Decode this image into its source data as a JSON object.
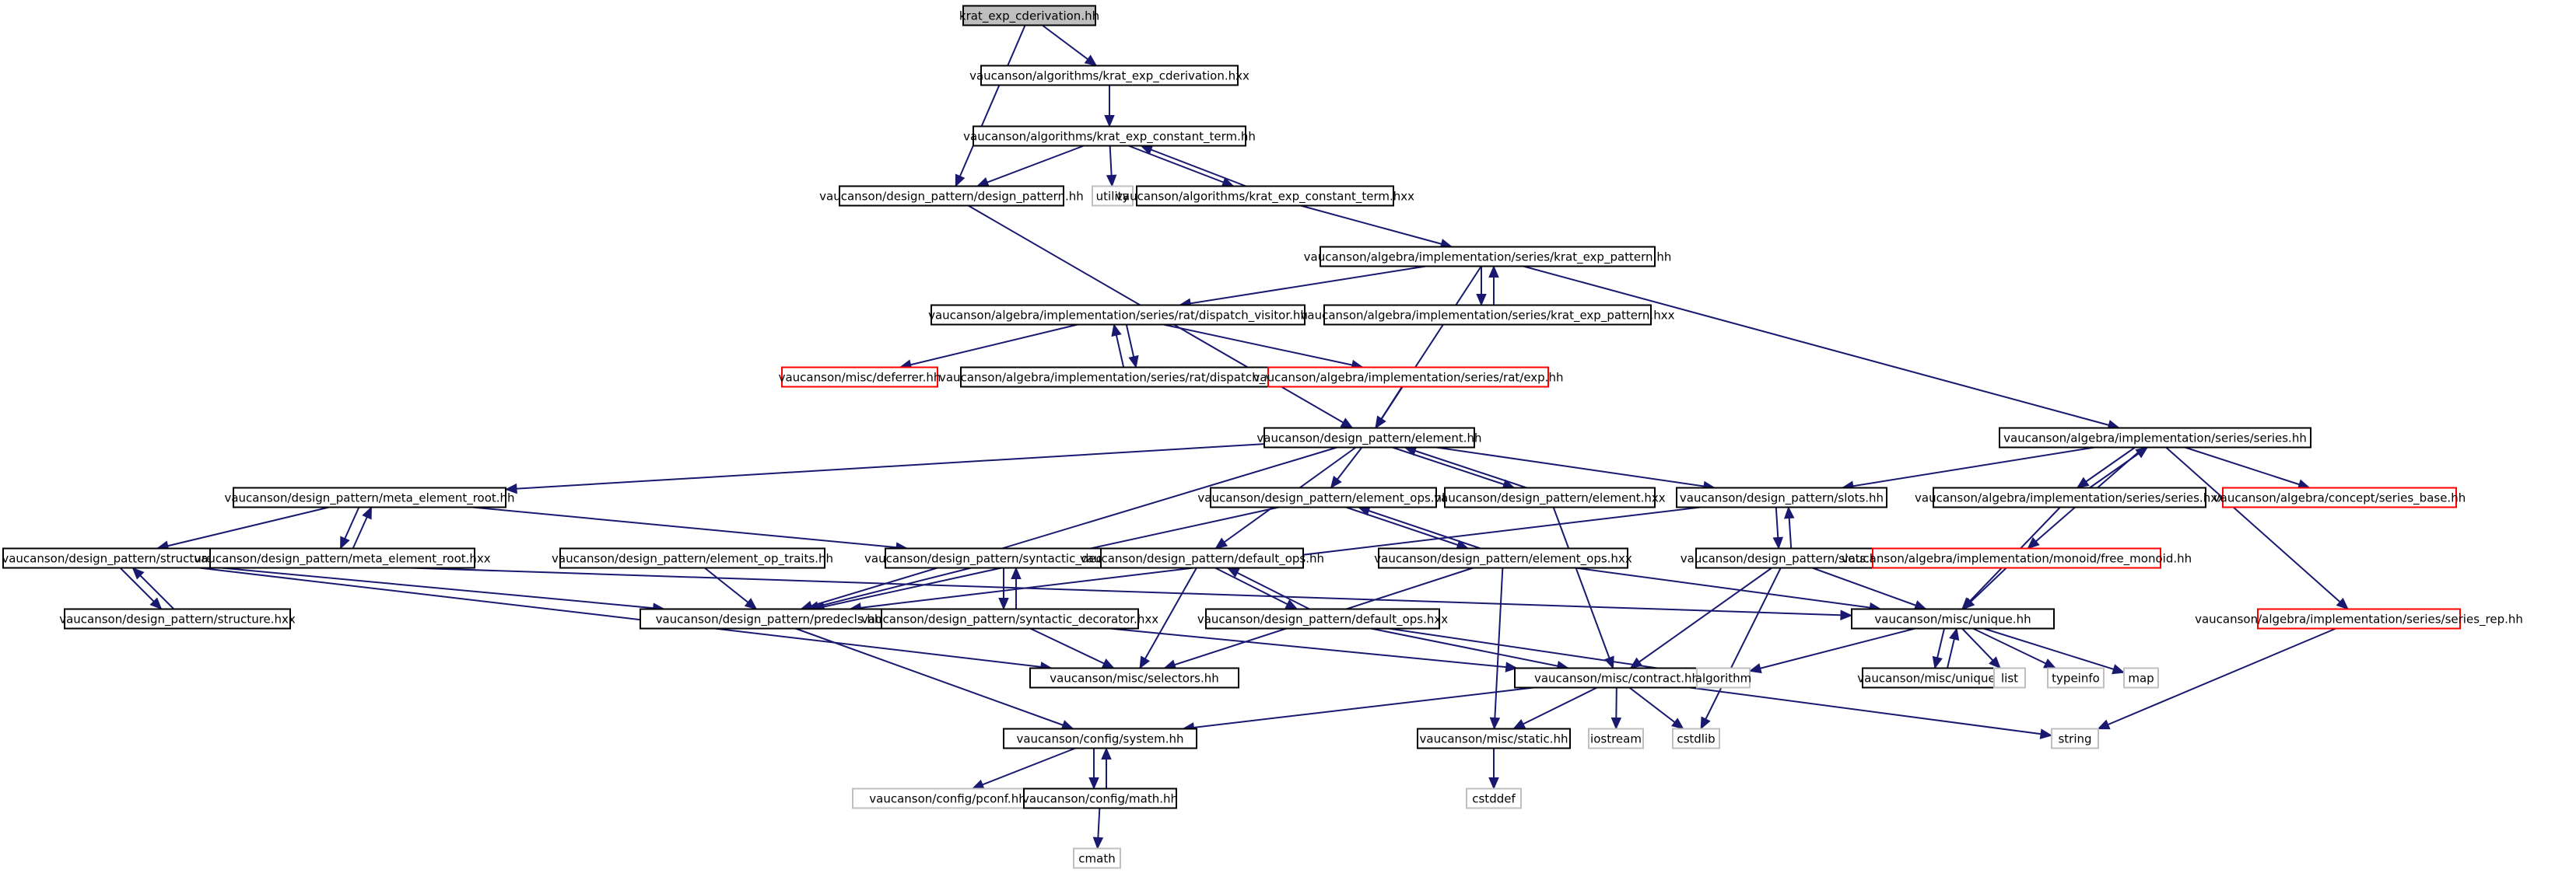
{
  "diagram": {
    "nodes": [
      {
        "id": "n1",
        "label": "krat_exp_cderivation.hh",
        "style": "root"
      },
      {
        "id": "n2",
        "label": "vaucanson/algorithms/krat_exp_cderivation.hxx",
        "style": "normal"
      },
      {
        "id": "n3",
        "label": "vaucanson/algorithms/krat_exp_constant_term.hh",
        "style": "normal"
      },
      {
        "id": "n4",
        "label": "vaucanson/design_pattern/design_pattern.hh",
        "style": "normal"
      },
      {
        "id": "n5",
        "label": "utility",
        "style": "gray"
      },
      {
        "id": "n6",
        "label": "vaucanson/algorithms/krat_exp_constant_term.hxx",
        "style": "normal"
      },
      {
        "id": "n7",
        "label": "vaucanson/algebra/implementation/series/krat_exp_pattern.hh",
        "style": "normal"
      },
      {
        "id": "n8",
        "label": "vaucanson/algebra/implementation/series/rat/dispatch_visitor.hh",
        "style": "normal"
      },
      {
        "id": "n9",
        "label": "vaucanson/algebra/implementation/series/krat_exp_pattern.hxx",
        "style": "normal"
      },
      {
        "id": "n10",
        "label": "vaucanson/misc/deferrer.hh",
        "style": "red"
      },
      {
        "id": "n11",
        "label": "vaucanson/algebra/implementation/series/rat/dispatch_visitor.hxx",
        "style": "normal"
      },
      {
        "id": "n12",
        "label": "vaucanson/algebra/implementation/series/rat/exp.hh",
        "style": "red"
      },
      {
        "id": "n13",
        "label": "vaucanson/design_pattern/element.hh",
        "style": "normal"
      },
      {
        "id": "n14",
        "label": "vaucanson/algebra/implementation/series/series.hh",
        "style": "normal"
      },
      {
        "id": "n15",
        "label": "vaucanson/design_pattern/meta_element_root.hh",
        "style": "normal"
      },
      {
        "id": "n16",
        "label": "vaucanson/design_pattern/element_ops.hh",
        "style": "normal"
      },
      {
        "id": "n17",
        "label": "vaucanson/design_pattern/element.hxx",
        "style": "normal"
      },
      {
        "id": "n18",
        "label": "vaucanson/design_pattern/slots.hh",
        "style": "normal"
      },
      {
        "id": "n19",
        "label": "vaucanson/algebra/implementation/series/series.hxx",
        "style": "normal"
      },
      {
        "id": "n20",
        "label": "vaucanson/algebra/concept/series_base.hh",
        "style": "red"
      },
      {
        "id": "n21",
        "label": "vaucanson/design_pattern/structure.hh",
        "style": "normal"
      },
      {
        "id": "n22",
        "label": "vaucanson/design_pattern/meta_element_root.hxx",
        "style": "normal"
      },
      {
        "id": "n23",
        "label": "vaucanson/design_pattern/element_op_traits.hh",
        "style": "normal"
      },
      {
        "id": "n24",
        "label": "vaucanson/design_pattern/syntactic_decorator.hh",
        "style": "normal"
      },
      {
        "id": "n25",
        "label": "vaucanson/design_pattern/default_ops.hh",
        "style": "normal"
      },
      {
        "id": "n26",
        "label": "vaucanson/design_pattern/element_ops.hxx",
        "style": "normal"
      },
      {
        "id": "n27",
        "label": "vaucanson/design_pattern/slots.hxx",
        "style": "normal"
      },
      {
        "id": "n28",
        "label": "vaucanson/algebra/implementation/monoid/free_monoid.hh",
        "style": "red"
      },
      {
        "id": "n29",
        "label": "vaucanson/design_pattern/structure.hxx",
        "style": "normal"
      },
      {
        "id": "n30",
        "label": "vaucanson/design_pattern/predecls.hh",
        "style": "normal"
      },
      {
        "id": "n31",
        "label": "vaucanson/design_pattern/syntactic_decorator.hxx",
        "style": "normal"
      },
      {
        "id": "n32",
        "label": "vaucanson/design_pattern/default_ops.hxx",
        "style": "normal"
      },
      {
        "id": "n33",
        "label": "vaucanson/misc/unique.hh",
        "style": "normal"
      },
      {
        "id": "n34",
        "label": "vaucanson/algebra/implementation/series/series_rep.hh",
        "style": "red"
      },
      {
        "id": "n35",
        "label": "vaucanson/misc/selectors.hh",
        "style": "normal"
      },
      {
        "id": "n36",
        "label": "vaucanson/misc/contract.hh",
        "style": "normal"
      },
      {
        "id": "n37",
        "label": "algorithm",
        "style": "gray"
      },
      {
        "id": "n38",
        "label": "vaucanson/misc/unique.hxx",
        "style": "normal"
      },
      {
        "id": "n39",
        "label": "list",
        "style": "gray"
      },
      {
        "id": "n40",
        "label": "typeinfo",
        "style": "gray"
      },
      {
        "id": "n41",
        "label": "map",
        "style": "gray"
      },
      {
        "id": "n42",
        "label": "vaucanson/config/system.hh",
        "style": "normal"
      },
      {
        "id": "n43",
        "label": "vaucanson/misc/static.hh",
        "style": "normal"
      },
      {
        "id": "n44",
        "label": "iostream",
        "style": "gray"
      },
      {
        "id": "n45",
        "label": "cstdlib",
        "style": "gray"
      },
      {
        "id": "n46",
        "label": "string",
        "style": "gray"
      },
      {
        "id": "n47",
        "label": "vaucanson/config/pconf.hh",
        "style": "gray"
      },
      {
        "id": "n48",
        "label": "vaucanson/config/math.hh",
        "style": "normal"
      },
      {
        "id": "n49",
        "label": "cstddef",
        "style": "gray"
      },
      {
        "id": "n50",
        "label": "cmath",
        "style": "gray"
      }
    ],
    "edges": [
      [
        "n1",
        "n2"
      ],
      [
        "n1",
        "n4"
      ],
      [
        "n2",
        "n3"
      ],
      [
        "n3",
        "n4"
      ],
      [
        "n3",
        "n5"
      ],
      [
        "n3",
        "n6"
      ],
      [
        "n6",
        "n3"
      ],
      [
        "n6",
        "n7"
      ],
      [
        "n4",
        "n13"
      ],
      [
        "n7",
        "n8"
      ],
      [
        "n7",
        "n9"
      ],
      [
        "n9",
        "n7"
      ],
      [
        "n7",
        "n13"
      ],
      [
        "n7",
        "n14"
      ],
      [
        "n8",
        "n10"
      ],
      [
        "n8",
        "n11"
      ],
      [
        "n11",
        "n8"
      ],
      [
        "n8",
        "n12"
      ],
      [
        "n12",
        "n13"
      ],
      [
        "n13",
        "n15"
      ],
      [
        "n13",
        "n16"
      ],
      [
        "n13",
        "n17"
      ],
      [
        "n17",
        "n13"
      ],
      [
        "n13",
        "n18"
      ],
      [
        "n13",
        "n25"
      ],
      [
        "n13",
        "n30"
      ],
      [
        "n14",
        "n18"
      ],
      [
        "n14",
        "n19"
      ],
      [
        "n19",
        "n14"
      ],
      [
        "n14",
        "n20"
      ],
      [
        "n14",
        "n28"
      ],
      [
        "n14",
        "n34"
      ],
      [
        "n15",
        "n21"
      ],
      [
        "n15",
        "n22"
      ],
      [
        "n22",
        "n15"
      ],
      [
        "n15",
        "n24"
      ],
      [
        "n16",
        "n26"
      ],
      [
        "n26",
        "n16"
      ],
      [
        "n16",
        "n30"
      ],
      [
        "n17",
        "n36"
      ],
      [
        "n18",
        "n27"
      ],
      [
        "n27",
        "n18"
      ],
      [
        "n18",
        "n30"
      ],
      [
        "n19",
        "n33"
      ],
      [
        "n21",
        "n29"
      ],
      [
        "n29",
        "n21"
      ],
      [
        "n21",
        "n30"
      ],
      [
        "n21",
        "n35"
      ],
      [
        "n21",
        "n33"
      ],
      [
        "n23",
        "n30"
      ],
      [
        "n24",
        "n31"
      ],
      [
        "n31",
        "n24"
      ],
      [
        "n24",
        "n30"
      ],
      [
        "n25",
        "n32"
      ],
      [
        "n32",
        "n25"
      ],
      [
        "n25",
        "n35"
      ],
      [
        "n26",
        "n35"
      ],
      [
        "n26",
        "n43"
      ],
      [
        "n26",
        "n33"
      ],
      [
        "n27",
        "n33"
      ],
      [
        "n27",
        "n36"
      ],
      [
        "n27",
        "n45"
      ],
      [
        "n28",
        "n33"
      ],
      [
        "n30",
        "n42"
      ],
      [
        "n31",
        "n35"
      ],
      [
        "n31",
        "n36"
      ],
      [
        "n32",
        "n36"
      ],
      [
        "n32",
        "n37"
      ],
      [
        "n33",
        "n37"
      ],
      [
        "n33",
        "n38"
      ],
      [
        "n38",
        "n33"
      ],
      [
        "n33",
        "n39"
      ],
      [
        "n33",
        "n40"
      ],
      [
        "n33",
        "n41"
      ],
      [
        "n34",
        "n46"
      ],
      [
        "n36",
        "n42"
      ],
      [
        "n36",
        "n43"
      ],
      [
        "n36",
        "n44"
      ],
      [
        "n36",
        "n45"
      ],
      [
        "n36",
        "n46"
      ],
      [
        "n42",
        "n47"
      ],
      [
        "n42",
        "n48"
      ],
      [
        "n48",
        "n42"
      ],
      [
        "n43",
        "n49"
      ],
      [
        "n48",
        "n50"
      ]
    ]
  }
}
